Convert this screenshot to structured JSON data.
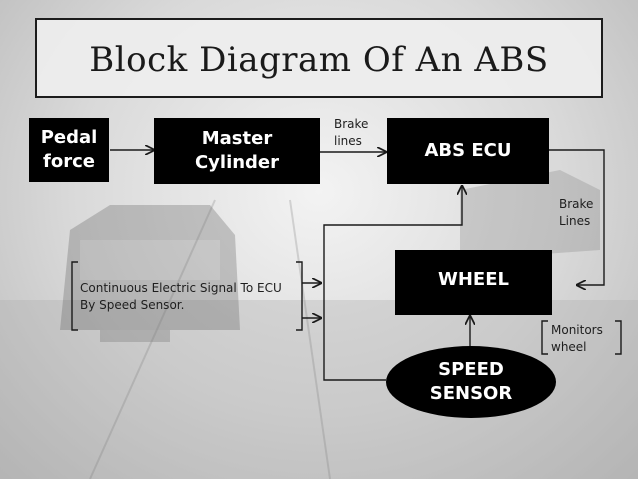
{
  "title": "Block Diagram Of An ABS",
  "blocks": {
    "pedal_force": [
      "Pedal",
      "force"
    ],
    "master_cylinder": [
      "Master",
      "Cylinder"
    ],
    "abs_ecu": "ABS ECU",
    "wheel": "WHEEL",
    "speed_sensor": [
      "SPEED",
      "SENSOR"
    ]
  },
  "labels": {
    "brake_lines_top": [
      "Brake",
      "lines"
    ],
    "brake_lines_right": [
      "Brake",
      "Lines"
    ],
    "continuous_signal": [
      "Continuous Electric Signal To ECU",
      "By Speed Sensor."
    ],
    "monitors_wheel": [
      "Monitors",
      "wheel"
    ]
  },
  "colors": {
    "block_fill": "#000000",
    "block_text": "#ffffff",
    "line": "#1a1a1a"
  }
}
